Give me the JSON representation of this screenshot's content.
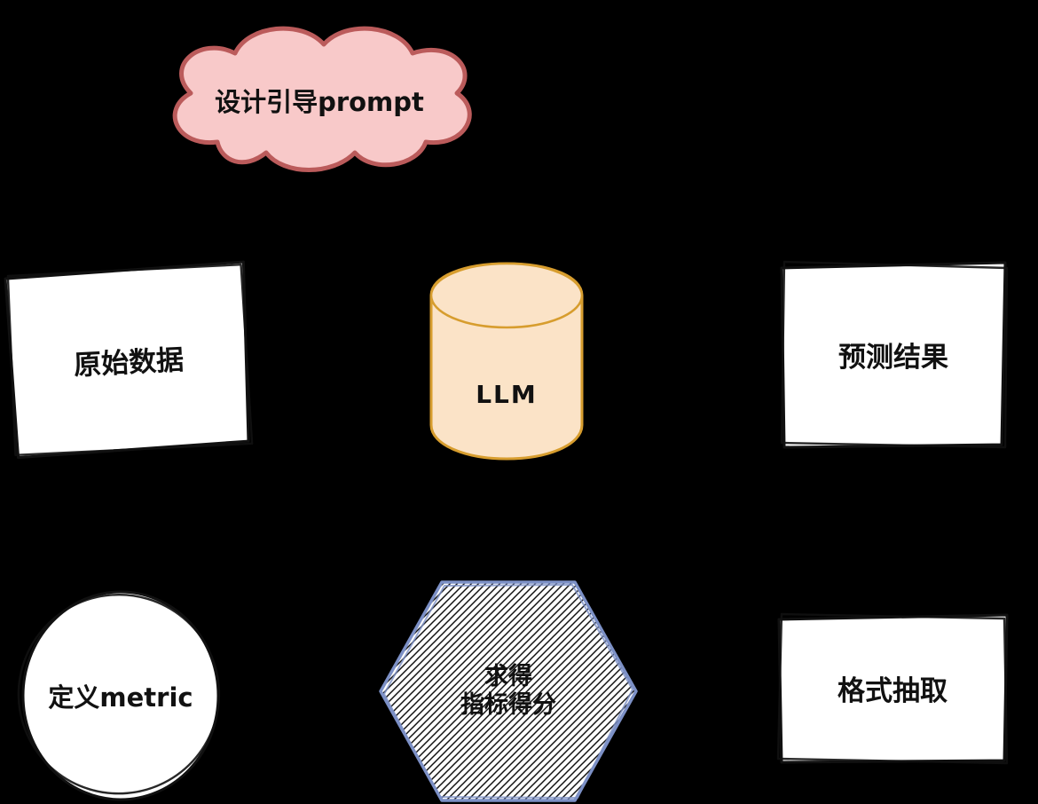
{
  "canvas": {
    "background": "#000000"
  },
  "nodes": {
    "prompt_cloud": {
      "shape": "cloud",
      "label": "设计引导prompt",
      "fill": "#f8c9c9",
      "stroke": "#bb5b5b"
    },
    "raw_data": {
      "shape": "rectangle",
      "label": "原始数据",
      "fill": "#ffffff",
      "stroke": "#111111"
    },
    "llm": {
      "shape": "cylinder",
      "label": "LLM",
      "fill": "#fbe3c7",
      "stroke": "#d79d2e"
    },
    "prediction": {
      "shape": "rectangle",
      "label": "预测结果",
      "fill": "#ffffff",
      "stroke": "#111111"
    },
    "define_metric": {
      "shape": "circle",
      "label": "定义metric",
      "fill": "#ffffff",
      "stroke": "#111111"
    },
    "score": {
      "shape": "hexagon",
      "label_line1": "求得",
      "label_line2": "指标得分",
      "fill": "#ffffff",
      "stroke": "#7c90c6",
      "hatch": "#111111"
    },
    "format_extract": {
      "shape": "rectangle",
      "label": "格式抽取",
      "fill": "#ffffff",
      "stroke": "#111111"
    }
  }
}
